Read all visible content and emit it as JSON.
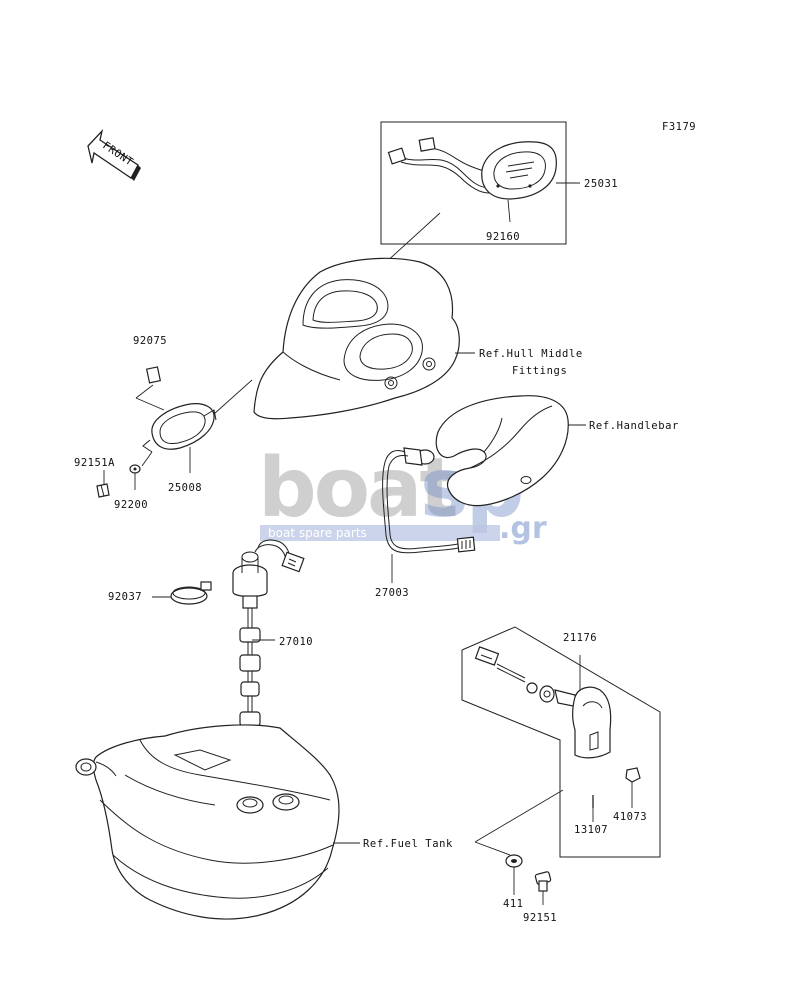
{
  "figure_code": "F3179",
  "front_label": "FRONT",
  "watermark": {
    "brand_main": "boat",
    "brand_accent": "sp",
    "domain_suffix": ".gr",
    "tagline": "boat spare parts"
  },
  "parts": {
    "p25031": "25031",
    "p92160": "92160",
    "p92075": "92075",
    "p92151A": "92151A",
    "p92200": "92200",
    "p25008": "25008",
    "p27003": "27003",
    "p92037": "92037",
    "p27010": "27010",
    "p21176": "21176",
    "p41073": "41073",
    "p13107": "13107",
    "p411": "411",
    "p92151": "92151"
  },
  "refs": {
    "hull_line1": "Ref.Hull Middle",
    "hull_line2": "Fittings",
    "handlebar": "Ref.Handlebar",
    "fuel_tank": "Ref.Fuel Tank"
  },
  "colors": {
    "line": "#222222",
    "watermark_gray": "#8f8f8f",
    "watermark_blue": "#6e88c8"
  }
}
